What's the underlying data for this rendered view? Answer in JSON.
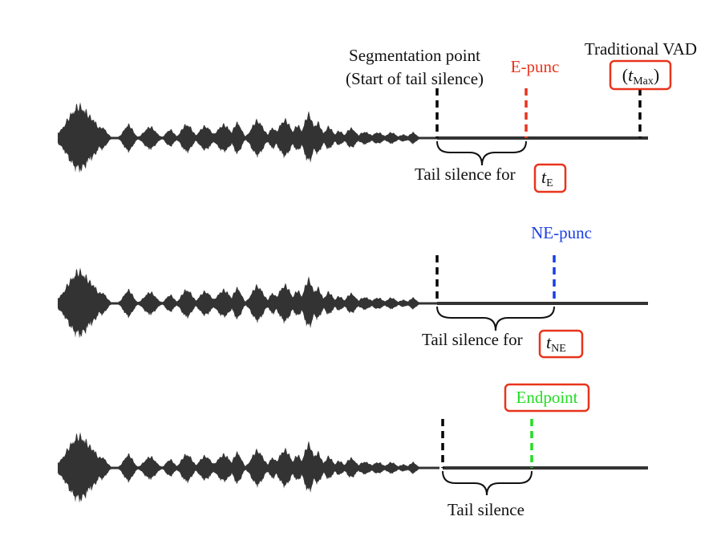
{
  "colors": {
    "waveform": "#333333",
    "segmentation": "#000000",
    "e_punc": "#e8341c",
    "ne_punc": "#1a3ee6",
    "endpoint": "#22dd22",
    "box_border": "#e8341c",
    "text": "#111111"
  },
  "panel1": {
    "segmentation_label_line1": "Segmentation point",
    "segmentation_label_line2": "(Start of tail silence)",
    "e_punc_label": "E-punc",
    "traditional_vad_label": "Traditional VAD",
    "t_max_open": "(",
    "t_max_var": "t",
    "t_max_sub": "Max",
    "t_max_close": ")",
    "tail_silence_label": "Tail silence for",
    "t_e_var": "t",
    "t_e_sub": "E"
  },
  "panel2": {
    "ne_punc_label": "NE-punc",
    "tail_silence_label": "Tail silence for",
    "t_ne_var": "t",
    "t_ne_sub": "NE"
  },
  "panel3": {
    "endpoint_label": "Endpoint",
    "tail_silence_label": "Tail silence"
  }
}
